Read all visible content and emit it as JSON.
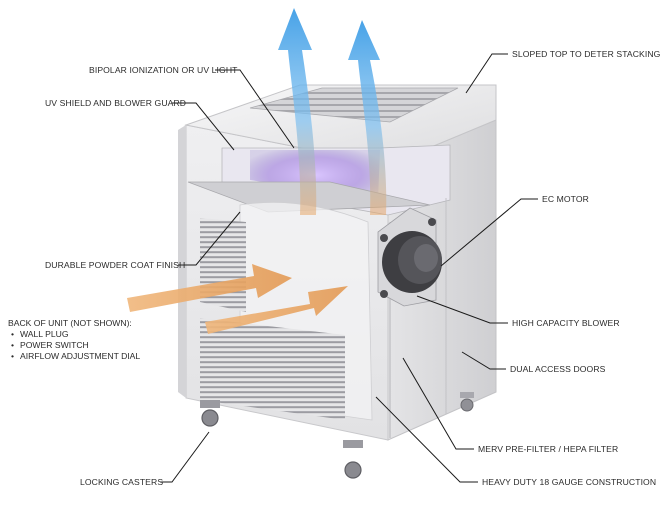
{
  "callouts": {
    "bipolar": "BIPOLAR IONIZATION OR UV LIGHT",
    "uv_shield": "UV SHIELD AND BLOWER GUARD",
    "powder_coat": "DURABLE POWDER COAT FINISH",
    "sloped_top": "SLOPED TOP TO DETER STACKING",
    "ec_motor": "EC MOTOR",
    "blower": "HIGH CAPACITY BLOWER",
    "doors": "DUAL ACCESS DOORS",
    "filter": "MERV PRE-FILTER / HEPA FILTER",
    "gauge": "HEAVY DUTY 18 GAUGE CONSTRUCTION",
    "casters": "LOCKING CASTERS"
  },
  "back_of_unit": {
    "heading": "BACK OF UNIT (NOT SHOWN):",
    "items": [
      "WALL PLUG",
      "POWER SWITCH",
      "AIRFLOW ADJUSTMENT DIAL"
    ]
  },
  "colors": {
    "airflow_out": "#4aa6e8",
    "airflow_in": "#e8a86a",
    "uv_glow": "#a98be0",
    "cabinet": "#ececee",
    "leader": "#1a1a1a"
  }
}
